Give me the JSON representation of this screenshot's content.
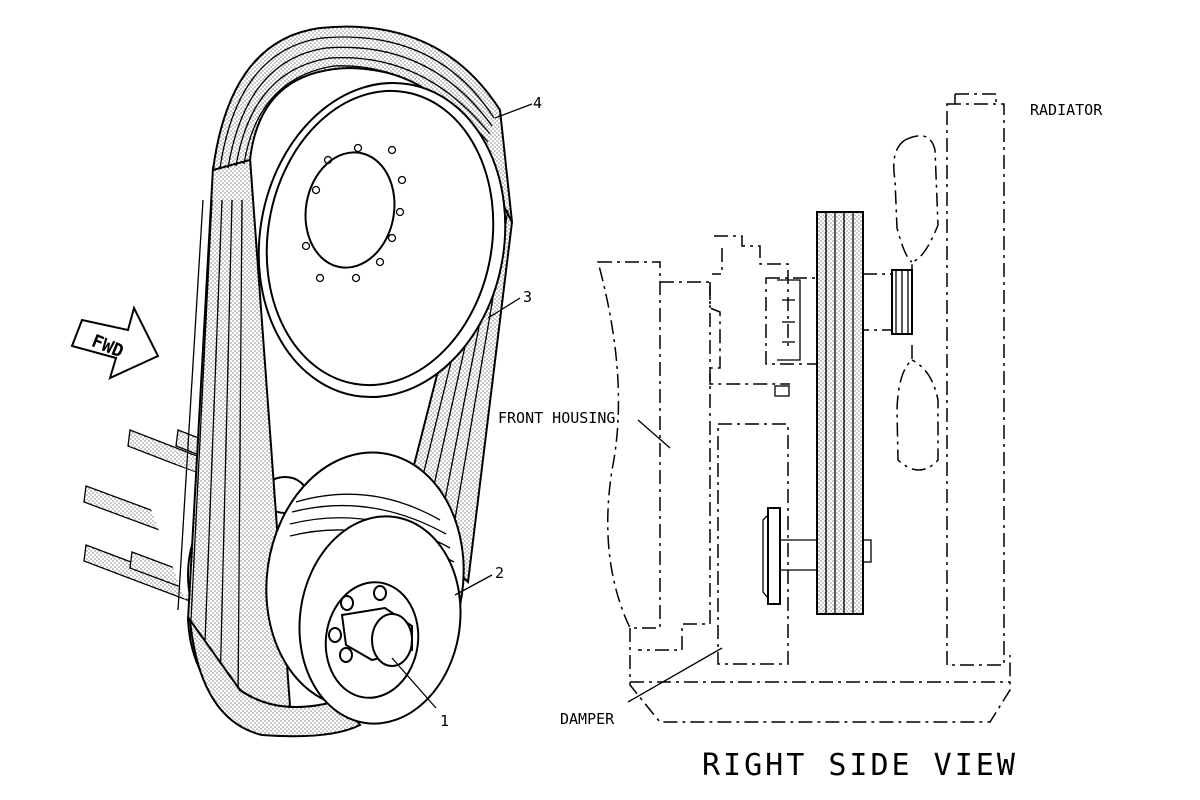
{
  "callouts": {
    "c1": "1",
    "c2": "2",
    "c3": "3",
    "c4": "4"
  },
  "labels": {
    "radiator": "RADIATOR",
    "front_housing": "FRONT HOUSING",
    "damper": "DAMPER",
    "direction": "FWD",
    "view_title": "RIGHT SIDE VIEW"
  }
}
